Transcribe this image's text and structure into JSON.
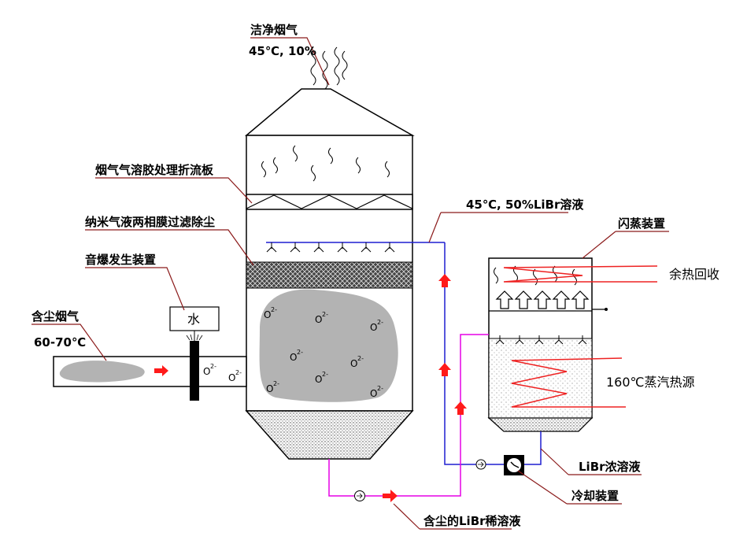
{
  "labels": {
    "clean_gas": "洁净烟气",
    "clean_gas_spec": "45℃, 10%",
    "aerosol_baffle": "烟气气溶胶处理折流板",
    "nano_membrane": "纳米气液两相膜过滤除尘",
    "sonic_device": "音爆发生装置",
    "dusty_gas": "含尘烟气",
    "dusty_gas_temp": "60-70℃",
    "water": "水",
    "libr_solution": "45℃, 50%LiBr溶液",
    "flash_device": "闪蒸装置",
    "heat_recovery": "余热回收",
    "steam_source": "160℃蒸汽热源",
    "libr_concentrate": "LiBr浓溶液",
    "cooling_device": "冷却装置",
    "dusty_dilute": "含尘的LiBr稀溶液",
    "o2": "O",
    "o2_sup": "2-"
  },
  "colors": {
    "leader_line": "#8b1a1a",
    "blue_pipe": "#1f1fd0",
    "magenta_pipe": "#e600e6",
    "red_arrow": "#ff1a1a",
    "dust_gray": "#b3b3b3",
    "heater_red": "#ee2222"
  },
  "icons": [
    "wavy-gas-lines",
    "spray-nozzle",
    "pump-icon",
    "cooler-icon",
    "up-arrow-icon"
  ]
}
